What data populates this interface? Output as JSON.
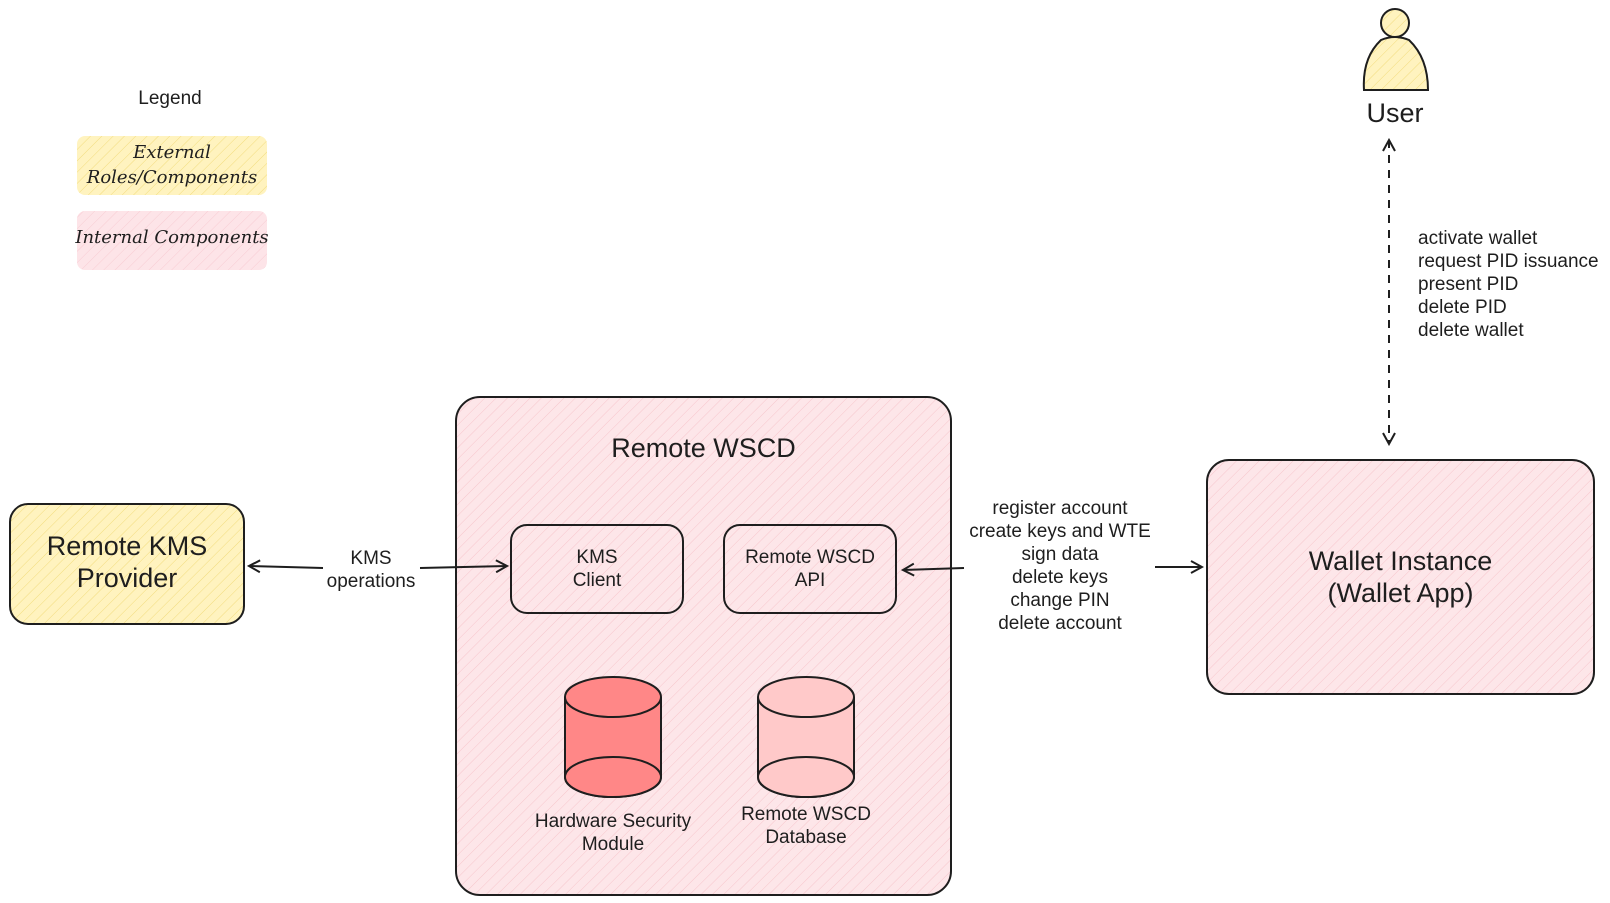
{
  "legend": {
    "title": "Legend",
    "external_lines": [
      "External",
      "Roles/Components"
    ],
    "internal": "Internal Components"
  },
  "kms_provider": {
    "lines": [
      "Remote KMS",
      "Provider"
    ]
  },
  "kms_edge": {
    "lines": [
      "KMS",
      "operations"
    ]
  },
  "remote_wscd": {
    "title": "Remote WSCD",
    "kms_client": [
      "KMS",
      "Client"
    ],
    "api": [
      "Remote WSCD",
      "API"
    ],
    "hsm": [
      "Hardware Security",
      "Module"
    ],
    "database": [
      "Remote WSCD",
      "Database"
    ]
  },
  "wallet_edge": {
    "lines": [
      "register account",
      "create keys and WTE",
      "sign data",
      "delete keys",
      "change PIN",
      "delete account"
    ]
  },
  "wallet_instance": {
    "lines": [
      "Wallet Instance",
      "(Wallet App)"
    ]
  },
  "user": {
    "label": "User"
  },
  "user_edge": {
    "lines": [
      "activate wallet",
      "request PID issuance",
      "present PID",
      "delete PID",
      "delete wallet"
    ]
  },
  "colors": {
    "external_fill": "#fff3bf",
    "internal_fill": "#ffe3e6",
    "hsm_fill": "#ff8787",
    "db_fill": "#ffc9c9",
    "stroke": "#1e1e1e"
  }
}
